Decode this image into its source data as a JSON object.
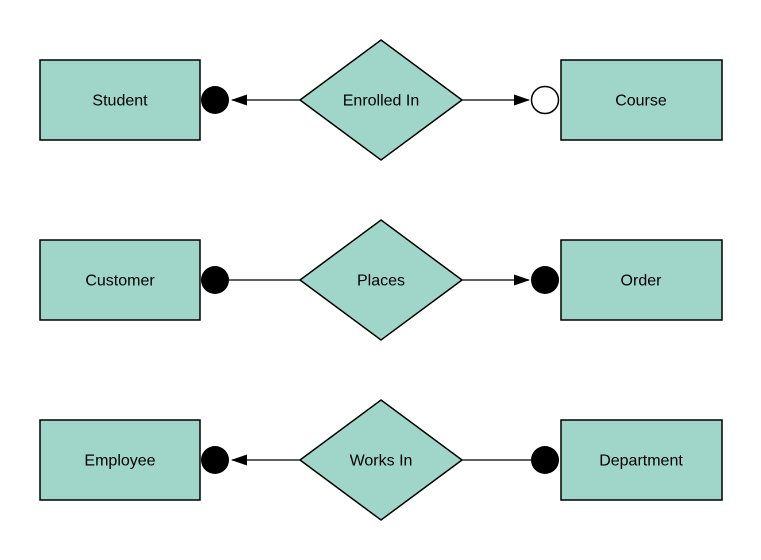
{
  "colors": {
    "background": "#ffffff",
    "shape_fill": "#a0d6ca",
    "shape_stroke": "#000000",
    "line": "#000000",
    "dot_filled": "#000000",
    "dot_open_fill": "#ffffff",
    "text": "#000000"
  },
  "rows": [
    {
      "left_entity": "Student",
      "relationship": "Enrolled In",
      "right_entity": "Course",
      "left_connector": "filled-dot",
      "right_connector": "open-dot",
      "left_arrow": "toward-left-entity",
      "right_arrow": "toward-right-entity"
    },
    {
      "left_entity": "Customer",
      "relationship": "Places",
      "right_entity": "Order",
      "left_connector": "filled-dot",
      "right_connector": "filled-dot",
      "left_arrow": "none",
      "right_arrow": "toward-right-entity"
    },
    {
      "left_entity": "Employee",
      "relationship": "Works In",
      "right_entity": "Department",
      "left_connector": "filled-dot",
      "right_connector": "filled-dot",
      "left_arrow": "toward-left-entity",
      "right_arrow": "none"
    }
  ]
}
